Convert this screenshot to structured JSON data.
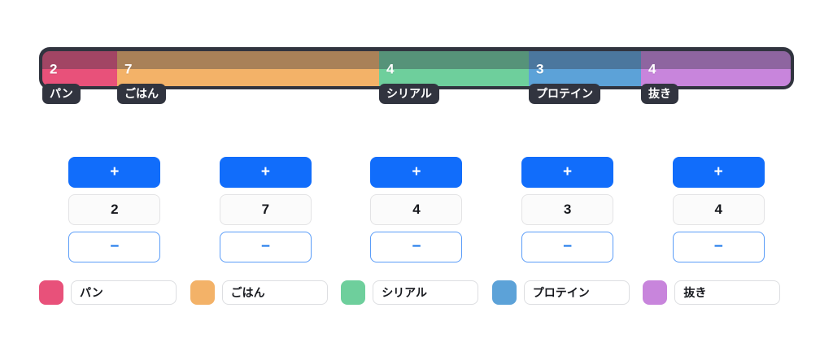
{
  "chart_data": {
    "type": "bar",
    "orientation": "horizontal-stacked",
    "title": "",
    "xlabel": "",
    "ylabel": "",
    "categories": [
      "パン",
      "ごはん",
      "シリアル",
      "プロテイン",
      "抜き"
    ],
    "values": [
      2,
      7,
      4,
      3,
      4
    ],
    "total": 20,
    "colors": [
      "#e8517a",
      "#f3b268",
      "#6ecf9c",
      "#5ca2d8",
      "#c885dc"
    ],
    "grid": false,
    "legend": "bottom"
  },
  "bar": {
    "segments": [
      {
        "value": "2",
        "label": "パン",
        "color": "#e8517a"
      },
      {
        "value": "7",
        "label": "ごはん",
        "color": "#f3b268"
      },
      {
        "value": "4",
        "label": "シリアル",
        "color": "#6ecf9c"
      },
      {
        "value": "3",
        "label": "プロテイン",
        "color": "#5ca2d8"
      },
      {
        "value": "4",
        "label": "抜き",
        "color": "#c885dc"
      }
    ],
    "frame_color": "#31343f",
    "chip_color": "#31343f"
  },
  "steppers": [
    {
      "plus": "+",
      "value": "2",
      "minus": "−"
    },
    {
      "plus": "+",
      "value": "7",
      "minus": "−"
    },
    {
      "plus": "+",
      "value": "4",
      "minus": "−"
    },
    {
      "plus": "+",
      "value": "3",
      "minus": "−"
    },
    {
      "plus": "+",
      "value": "4",
      "minus": "−"
    }
  ],
  "legend": [
    {
      "color": "#e8517a",
      "name": "パン",
      "placeholder": "名前"
    },
    {
      "color": "#f3b268",
      "name": "ごはん",
      "placeholder": "名前"
    },
    {
      "color": "#6ecf9c",
      "name": "シリアル",
      "placeholder": "名前"
    },
    {
      "color": "#5ca2d8",
      "name": "プロテイン",
      "placeholder": "名前"
    },
    {
      "color": "#c885dc",
      "name": "抜き",
      "placeholder": "名前"
    }
  ],
  "theme": {
    "accent": "#116dfb",
    "background": "#ffffff"
  }
}
